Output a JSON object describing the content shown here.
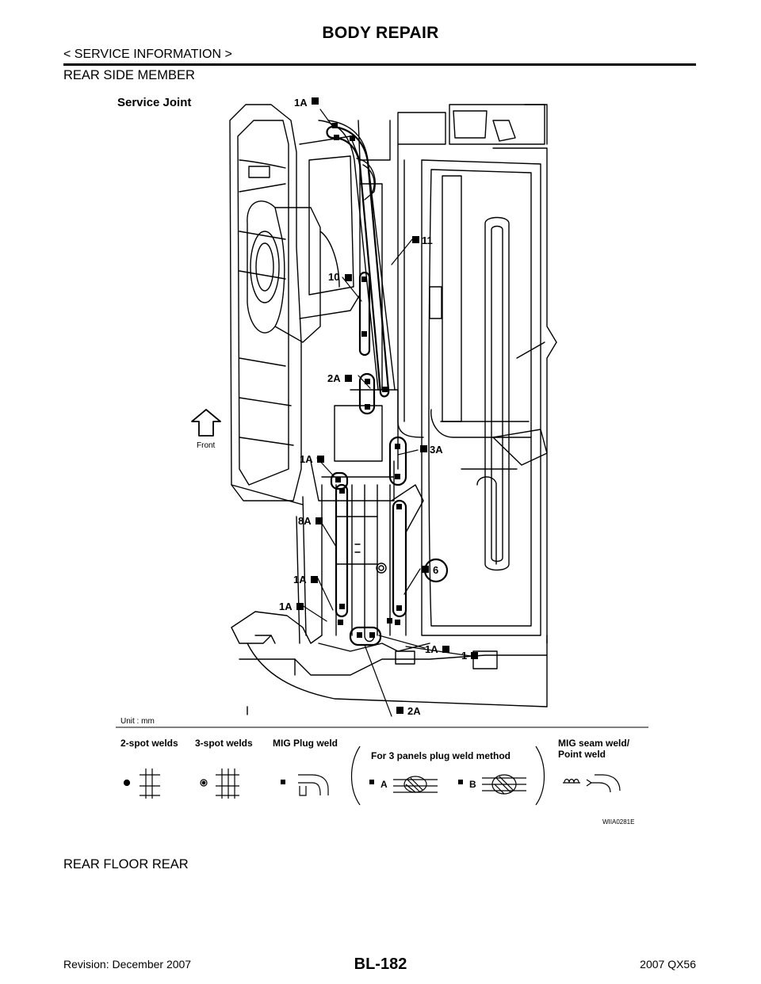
{
  "header": {
    "title": "BODY REPAIR",
    "breadcrumb": "< SERVICE INFORMATION >"
  },
  "sections": {
    "rear_side_member": "REAR SIDE MEMBER",
    "rear_floor_rear": "REAR FLOOR REAR"
  },
  "figure": {
    "heading": "Service Joint",
    "front_label": "Front",
    "unit_label": "Unit : mm",
    "figure_code": "WIIA0281E",
    "callouts": {
      "c_1a_top": "1A",
      "c_11": "11",
      "c_10": "10",
      "c_2a_mid": "2A",
      "c_3a": "3A",
      "c_1a_mid": "1A",
      "c_8a": "8A",
      "c_6": "6",
      "c_1a_low": "1A",
      "c_1a_low2": "1A",
      "c_1a_bottom": "1A",
      "c_1": "1",
      "c_2a_bottom": "2A"
    },
    "legend": {
      "two_spot": "2-spot welds",
      "three_spot": "3-spot welds",
      "mig_plug": "MIG Plug weld",
      "three_panels": "For 3 panels plug weld method",
      "method_a": "A",
      "method_b": "B",
      "mig_seam_line1": "MIG seam weld/",
      "mig_seam_line2": "Point weld"
    }
  },
  "footer": {
    "revision": "Revision: December 2007",
    "page_number": "BL-182",
    "model": "2007 QX56"
  }
}
